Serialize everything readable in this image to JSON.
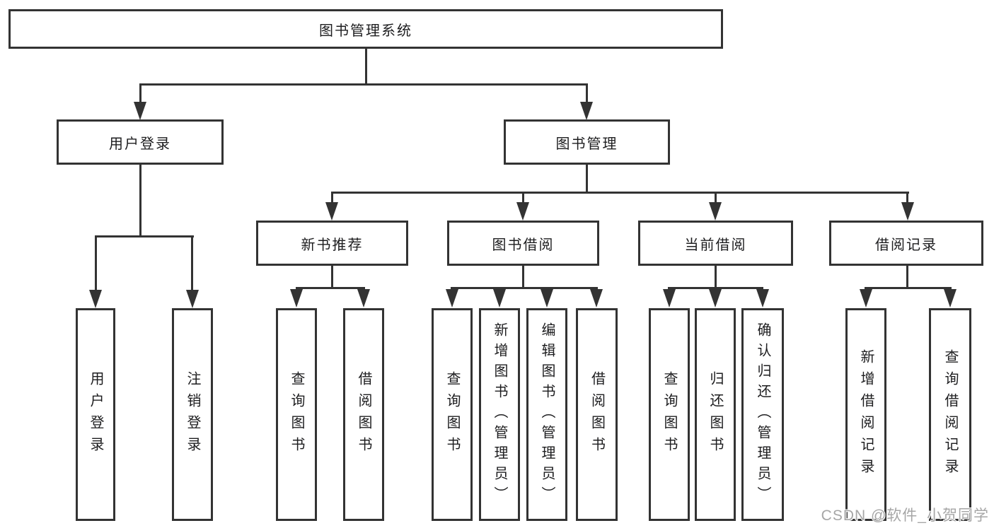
{
  "colors": {
    "line": "#333333",
    "box_border": "#333333",
    "box_fill": "#ffffff",
    "text": "#1d1d1f",
    "watermark": "#a6a6a6",
    "background": "#ffffff"
  },
  "tree": {
    "root": {
      "label": "图书管理系统"
    },
    "user_login": {
      "label": "用户登录",
      "children": [
        {
          "label": "用户登录"
        },
        {
          "label": "注销登录"
        }
      ]
    },
    "book_management": {
      "label": "图书管理",
      "groups": [
        {
          "label": "新书推荐",
          "children": [
            {
              "label": "查询图书"
            },
            {
              "label": "借阅图书"
            }
          ]
        },
        {
          "label": "图书借阅",
          "children": [
            {
              "label": "查询图书"
            },
            {
              "label": "新增图书（管理员）"
            },
            {
              "label": "编辑图书（管理员）"
            },
            {
              "label": "借阅图书"
            }
          ]
        },
        {
          "label": "当前借阅",
          "children": [
            {
              "label": "查询图书"
            },
            {
              "label": "归还图书"
            },
            {
              "label": "确认归还（管理员）"
            }
          ]
        },
        {
          "label": "借阅记录",
          "children": [
            {
              "label": "新增借阅记录"
            },
            {
              "label": "查询借阅记录"
            }
          ]
        }
      ]
    }
  },
  "watermark": {
    "text": "CSDN @软件_小贺同学"
  }
}
